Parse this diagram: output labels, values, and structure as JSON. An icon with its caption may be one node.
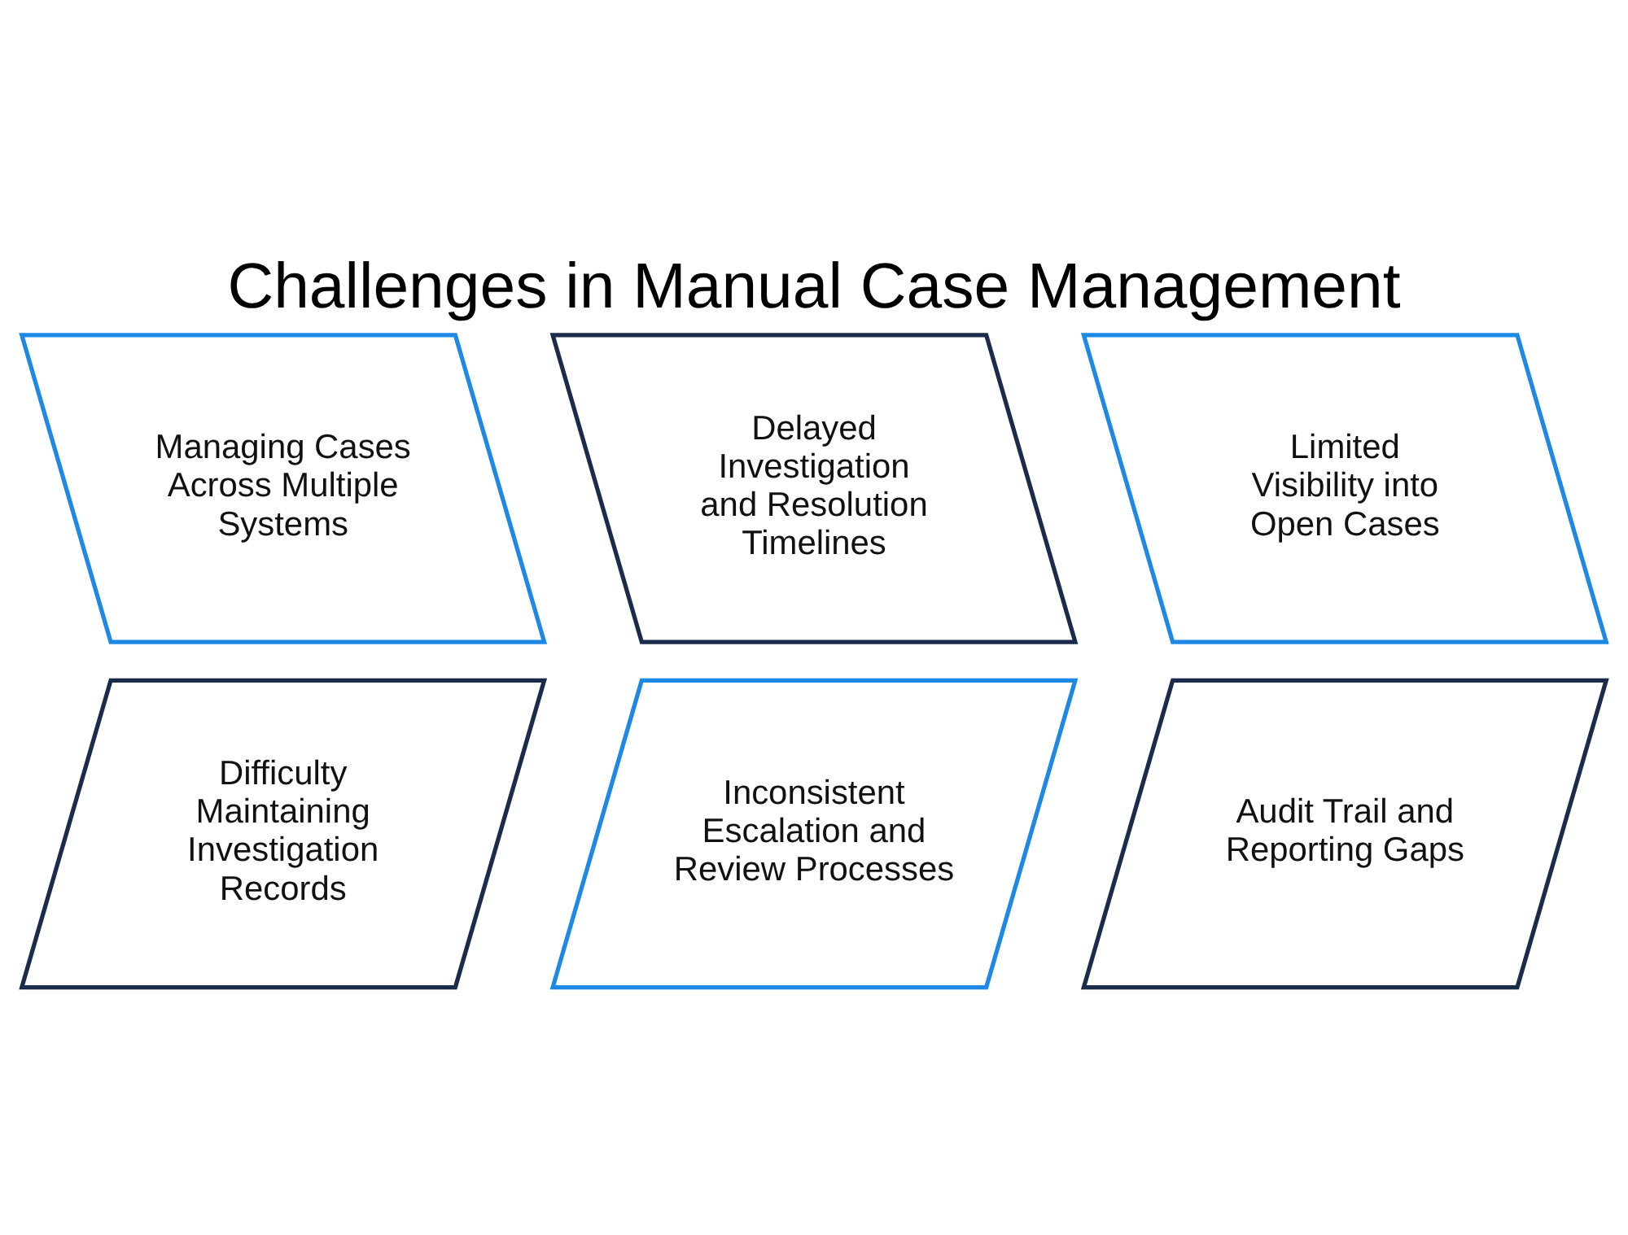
{
  "diagram": {
    "title": "Challenges in Manual Case Management",
    "nodes": [
      {
        "text": [
          "Managing Cases Across Multiple Systems"
        ]
      },
      {
        "text": [
          "Delayed Investigation and Resolution Timelines"
        ]
      },
      {
        "text": [
          "Limited Visibility into Open Cases"
        ]
      },
      {
        "text": [
          "Difficulty Maintaining Investigation Records"
        ]
      },
      {
        "text": [
          "Inconsistent Escalation and Review Processes"
        ]
      },
      {
        "text": [
          "Audit Trail and Reporting Gaps"
        ]
      }
    ],
    "edges": []
  }
}
